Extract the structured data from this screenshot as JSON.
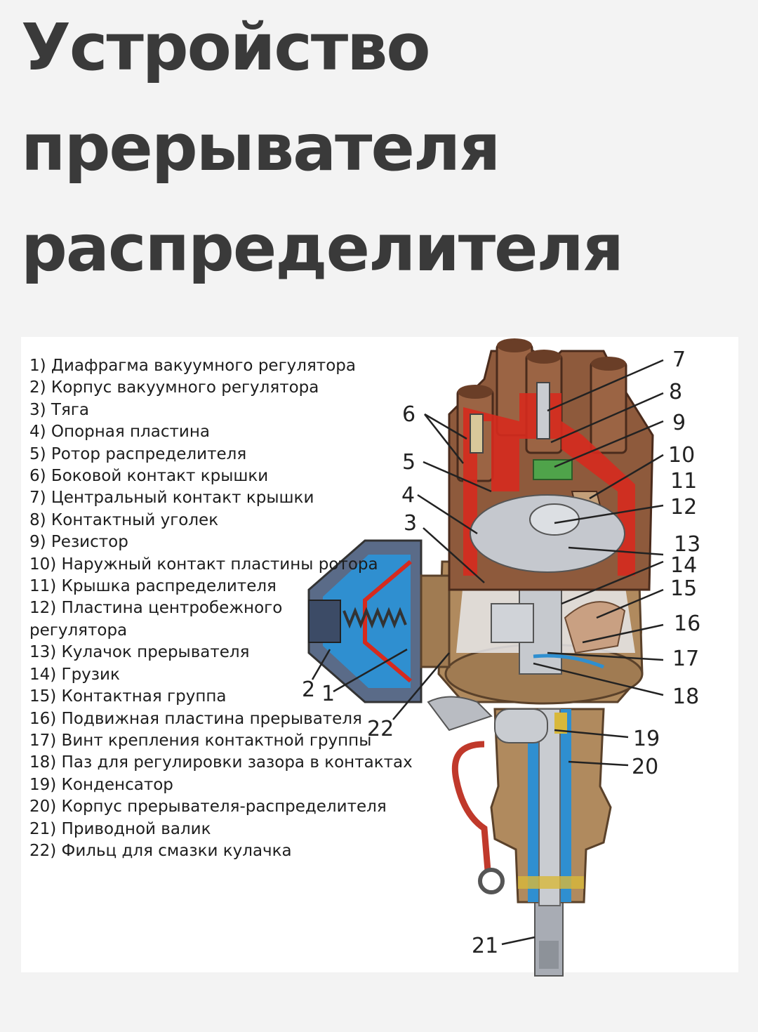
{
  "title": {
    "line1": "Устройство",
    "line2": "прерывателя",
    "line3": "распределителя"
  },
  "legend": [
    "1) Диафрагма вакуумного регулятора",
    "2) Корпус вакуумного регулятора",
    "3) Тяга",
    "4) Опорная пластина",
    "5) Ротор распределителя",
    "6) Боковой контакт крышки",
    "7) Центральный контакт крышки",
    "8) Контактный уголек",
    "9) Резистор",
    "10) Наружный контакт пластины ротора",
    "11) Крышка распределителя",
    "12) Пластина центробежного регулятора",
    "13) Кулачок прерывателя",
    "14) Грузик",
    "15) Контактная группа",
    "16) Подвижная пластина прерывателя",
    "17) Винт крепления контактной группы",
    "18) Паз для регулировки зазора в контактах",
    "19) Конденсатор",
    "20) Корпус прерывателя-распределителя",
    "21) Приводной валик",
    "22) Фильц для смазки кулачка"
  ],
  "callouts": [
    "1",
    "2",
    "3",
    "4",
    "5",
    "6",
    "7",
    "8",
    "9",
    "10",
    "11",
    "12",
    "13",
    "14",
    "15",
    "16",
    "17",
    "18",
    "19",
    "20",
    "21",
    "22"
  ],
  "colors": {
    "background": "#f3f3f3",
    "title": "#3a3a3a",
    "body_brass": "#b08a5e",
    "body_dark": "#7a5a3c",
    "cutaway_red": "#d62a1e",
    "cutaway_blue": "#2f8fd0",
    "metal": "#a8acb4"
  }
}
